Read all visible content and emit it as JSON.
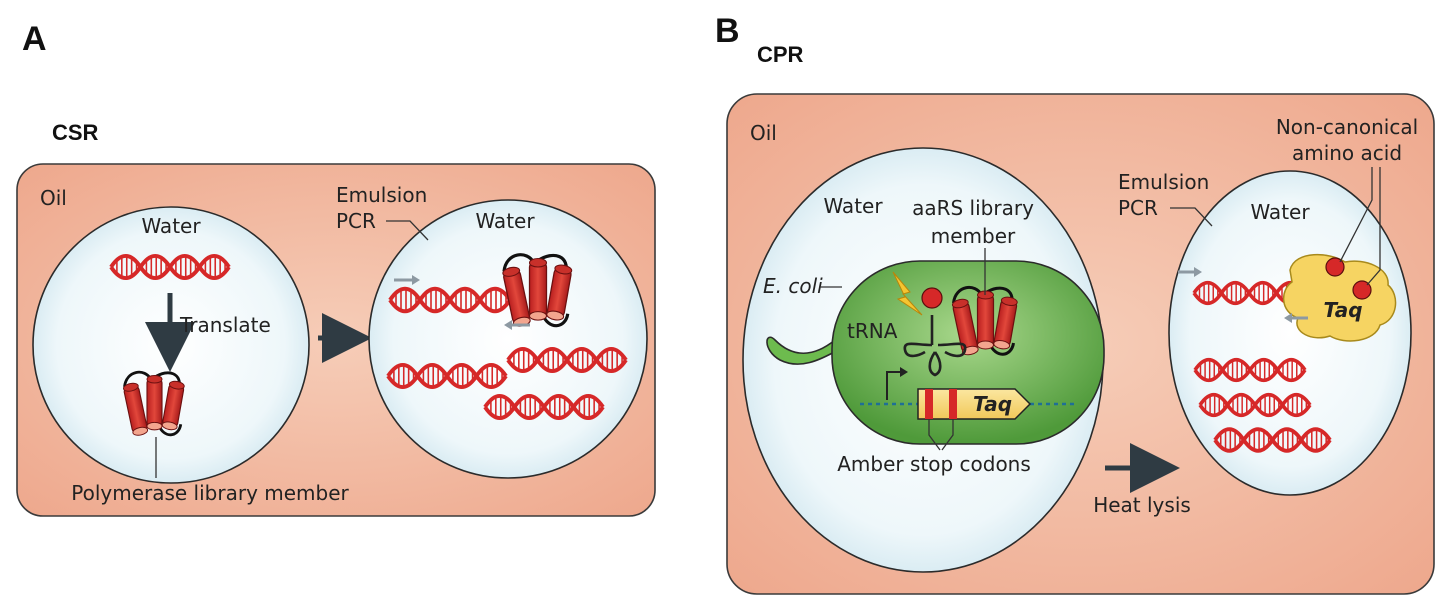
{
  "panel_a": {
    "letter": "A",
    "title": "CSR",
    "oil_label": "Oil",
    "left_water_label": "Water",
    "translate_label": "Translate",
    "polymerase_label": "Polymerase library member",
    "emulsion_label": "Emulsion",
    "pcr_label": "PCR",
    "right_water_label": "Water"
  },
  "panel_b": {
    "letter": "B",
    "title": "CPR",
    "oil_label": "Oil",
    "left_water_label": "Water",
    "aars_label_line1": "aaRS library",
    "aars_label_line2": "member",
    "ecoli_label": "E. coli",
    "trna_label": "tRNA",
    "taq_gene_label": "Taq",
    "amber_label": "Amber stop codons",
    "heat_lysis_label": "Heat lysis",
    "emulsion_label": "Emulsion",
    "pcr_label": "PCR",
    "right_water_label": "Water",
    "ncaa_label_line1": "Non-canonical",
    "ncaa_label_line2": "amino acid",
    "taq_protein_label": "Taq"
  },
  "colors": {
    "panel_fill": "#f2b9a1",
    "droplet_fill": "#e6f3f8",
    "dna": "#d62828",
    "cell_fill": "#6dbb4e",
    "taq_blob": "#f6d462",
    "arrow_dark": "#2f3b43",
    "arrow_grey": "#8d99a2"
  }
}
